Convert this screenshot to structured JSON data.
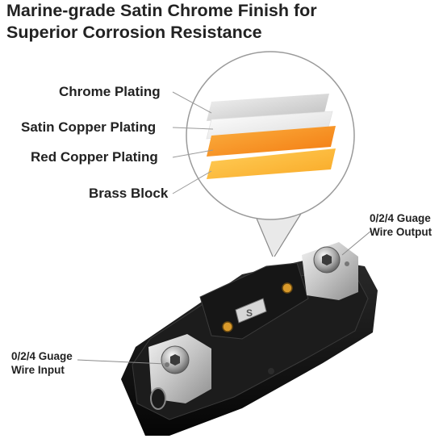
{
  "headline": {
    "line1": "Marine-grade Satin Chrome Finish for",
    "line2": "Superior Corrosion Resistance"
  },
  "layers": [
    {
      "label": "Chrome Plating",
      "color": "#d8d8d8"
    },
    {
      "label": "Satin Copper Plating",
      "color": "#eeeeee"
    },
    {
      "label": "Red Copper Plating",
      "color": "#f7941d"
    },
    {
      "label": "Brass Block",
      "color": "#fbb43a"
    }
  ],
  "callouts": {
    "output": {
      "line1": "0/2/4 Guage",
      "line2": "Wire Output"
    },
    "input": {
      "line1": "0/2/4 Guage",
      "line2": "Wire Input"
    }
  },
  "colors": {
    "housing": "#111111",
    "metal": "#c9c9c9",
    "brass": "#d99a2b",
    "text": "#222222"
  }
}
